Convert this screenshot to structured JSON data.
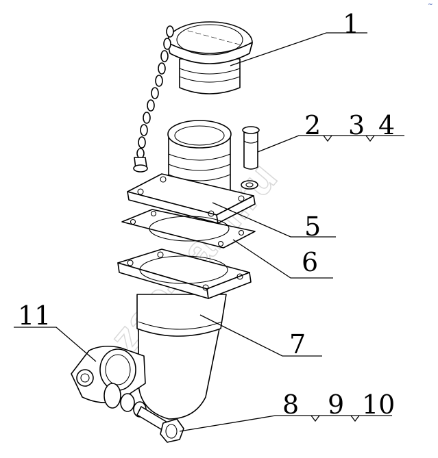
{
  "diagram": {
    "callouts": [
      "1",
      "2",
      "3",
      "4",
      "5",
      "6",
      "7",
      "8",
      "9",
      "10",
      "11"
    ],
    "watermark": "zap-kam.ru",
    "corner_mark": "~"
  }
}
